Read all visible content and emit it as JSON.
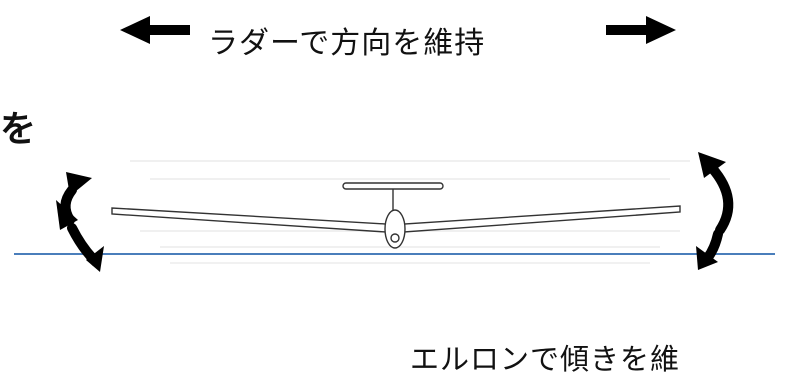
{
  "diagram": {
    "rudder_label": "ラダーで方向を維持",
    "cropped_left_label": "を",
    "aileron_label": "エルロンで傾きを維"
  },
  "colors": {
    "horizon_line": "#4a7ebb",
    "arrows": "#000000",
    "glider_outline": "#333333"
  }
}
